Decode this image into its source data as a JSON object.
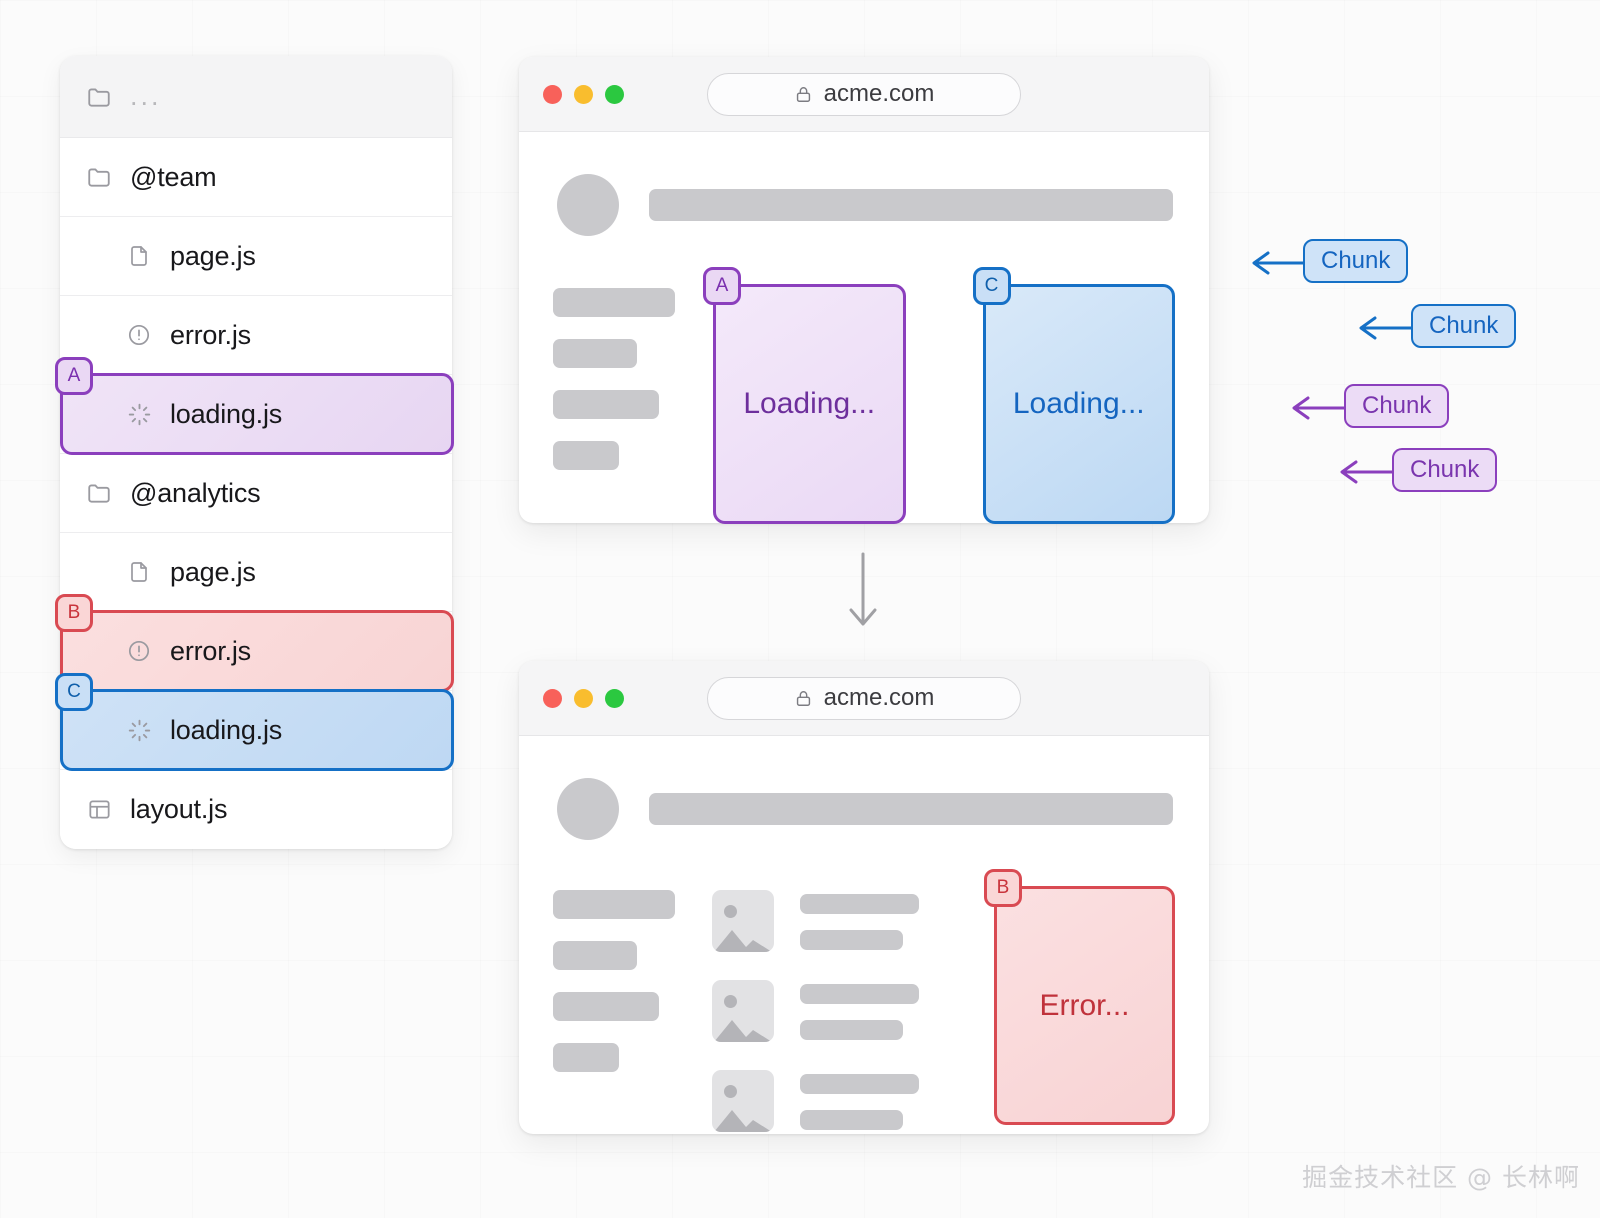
{
  "file_tree": {
    "header": {
      "label": "...",
      "icon": "folder-icon"
    },
    "rows": [
      {
        "label": "@team",
        "icon": "folder-icon",
        "indent": 0,
        "highlight": null
      },
      {
        "label": "page.js",
        "icon": "file-icon",
        "indent": 1,
        "highlight": null
      },
      {
        "label": "error.js",
        "icon": "alert-circle-icon",
        "indent": 1,
        "highlight": null
      },
      {
        "label": "loading.js",
        "icon": "spinner-icon",
        "indent": 1,
        "highlight": "purple",
        "badge": "A"
      },
      {
        "label": "@analytics",
        "icon": "folder-icon",
        "indent": 0,
        "highlight": null
      },
      {
        "label": "page.js",
        "icon": "file-icon",
        "indent": 1,
        "highlight": null
      },
      {
        "label": "error.js",
        "icon": "alert-circle-icon",
        "indent": 1,
        "highlight": "red",
        "badge": "B"
      },
      {
        "label": "loading.js",
        "icon": "spinner-icon",
        "indent": 1,
        "highlight": "blue",
        "badge": "C"
      },
      {
        "label": "layout.js",
        "icon": "layout-icon",
        "indent": 0,
        "highlight": null
      }
    ]
  },
  "browser_top": {
    "url": "acme.com",
    "traffic_lights": [
      "close-red",
      "minimize-yellow",
      "maximize-green"
    ],
    "cards": [
      {
        "badge": "A",
        "label": "Loading...",
        "color": "purple"
      },
      {
        "badge": "C",
        "label": "Loading...",
        "color": "blue"
      }
    ]
  },
  "browser_bottom": {
    "url": "acme.com",
    "traffic_lights": [
      "close-red",
      "minimize-yellow",
      "maximize-green"
    ],
    "cards": [
      {
        "badge": "B",
        "label": "Error...",
        "color": "red"
      }
    ],
    "list_items": 3
  },
  "chunks": [
    {
      "label": "Chunk",
      "color": "blue"
    },
    {
      "label": "Chunk",
      "color": "blue"
    },
    {
      "label": "Chunk",
      "color": "purple"
    },
    {
      "label": "Chunk",
      "color": "purple"
    }
  ],
  "flow_arrow": "arrow-down-icon",
  "watermark": "掘金技术社区 @ 长林啊",
  "colors": {
    "purple": "#8b3fbd",
    "blue": "#1570c6",
    "red": "#d94a52",
    "skeleton": "#c9c9cc"
  }
}
